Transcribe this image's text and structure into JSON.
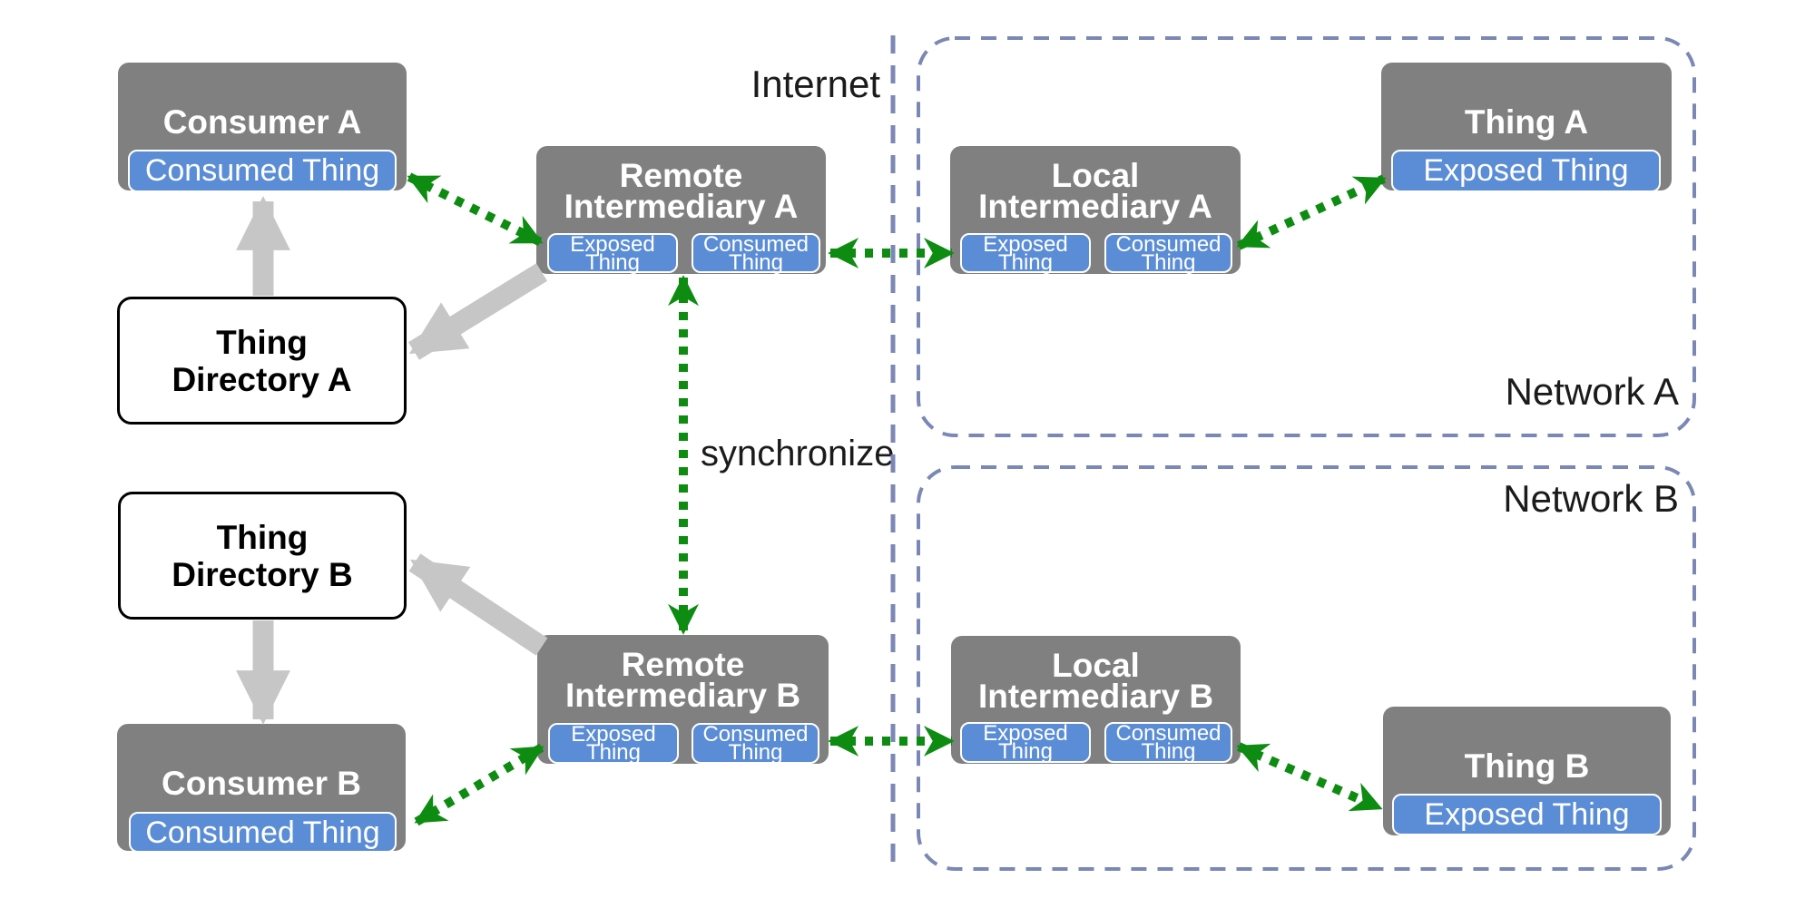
{
  "labels": {
    "internet": "Internet",
    "synchronize": "synchronize",
    "network_a": "Network A",
    "network_b": "Network B"
  },
  "nodes": {
    "consumer_a": {
      "title": "Consumer A",
      "consumed": "Consumed Thing"
    },
    "consumer_b": {
      "title": "Consumer B",
      "consumed": "Consumed Thing"
    },
    "thing_a": {
      "title": "Thing A",
      "exposed": "Exposed Thing"
    },
    "thing_b": {
      "title": "Thing B",
      "exposed": "Exposed Thing"
    },
    "thing_directory_a": {
      "line1": "Thing",
      "line2": "Directory A"
    },
    "thing_directory_b": {
      "line1": "Thing",
      "line2": "Directory B"
    },
    "remote_intermediary_a": {
      "line1": "Remote",
      "line2": "Intermediary A",
      "exposed1": "Exposed",
      "exposed2": "Thing",
      "consumed1": "Consumed",
      "consumed2": "Thing"
    },
    "remote_intermediary_b": {
      "line1": "Remote",
      "line2": "Intermediary B",
      "exposed1": "Exposed",
      "exposed2": "Thing",
      "consumed1": "Consumed",
      "consumed2": "Thing"
    },
    "local_intermediary_a": {
      "line1": "Local",
      "line2": "Intermediary A",
      "exposed1": "Exposed",
      "exposed2": "Thing",
      "consumed1": "Consumed",
      "consumed2": "Thing"
    },
    "local_intermediary_b": {
      "line1": "Local",
      "line2": "Intermediary B",
      "exposed1": "Exposed",
      "exposed2": "Thing",
      "consumed1": "Consumed",
      "consumed2": "Thing"
    }
  },
  "colors": {
    "box-gray": "#808080",
    "box-blue": "#5b8dd6",
    "arrow-green": "#0e8c12",
    "arrow-gray": "#c6c6c6",
    "boundary": "#7b87b5",
    "text-dark": "#1b1b1b"
  }
}
